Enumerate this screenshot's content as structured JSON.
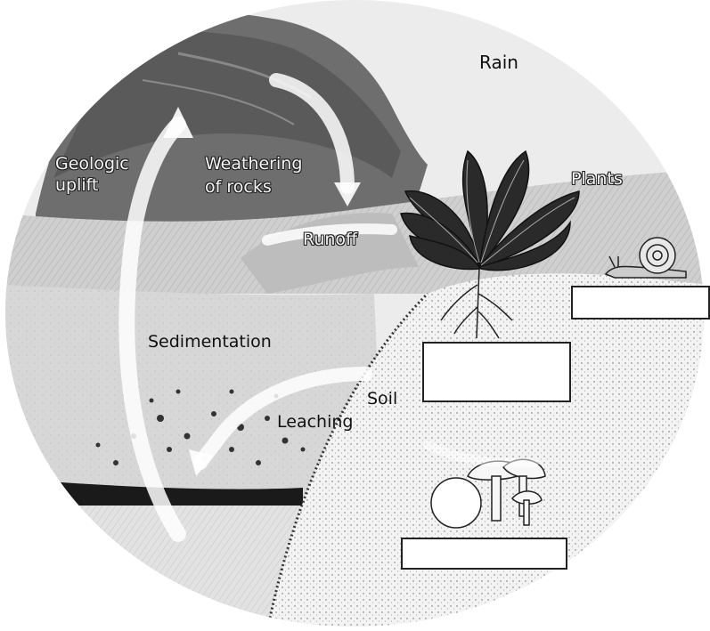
{
  "labels": {
    "rain": "Rain",
    "geologic_uplift_line1": "Geologic",
    "geologic_uplift_line2": "uplift",
    "weathering_line1": "Weathering",
    "weathering_line2": "of rocks",
    "plants": "Plants",
    "runoff": "Runoff",
    "sedimentation": "Sedimentation",
    "soil": "Soil",
    "leaching": "Leaching"
  },
  "answer_boxes": [
    {
      "value": ""
    },
    {
      "value": ""
    },
    {
      "value": ""
    }
  ]
}
